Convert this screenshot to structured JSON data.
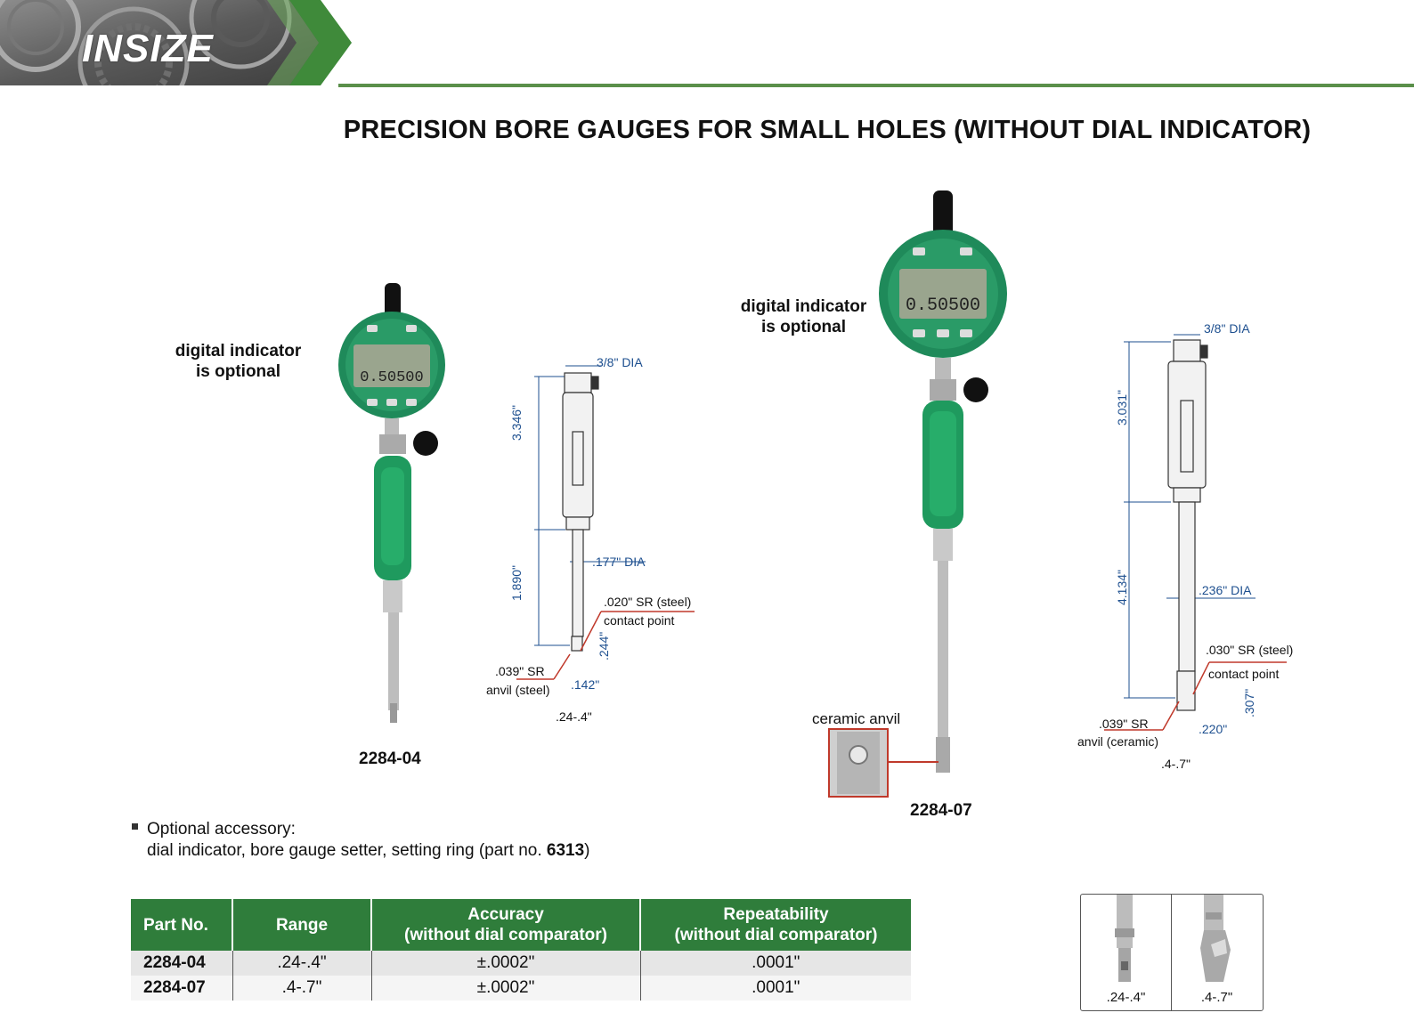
{
  "brand": {
    "logo_text": "INSIZE",
    "accent": "#2f7d3b",
    "line_color": "#5a8f4a"
  },
  "title": "PRECISION BORE GAUGES FOR SMALL HOLES (WITHOUT DIAL INDICATOR)",
  "left_product": {
    "note_line1": "digital indicator",
    "note_line2": "is optional",
    "model": "2284-04",
    "display": "0.50500",
    "drawing": {
      "top_dia": "3/8\" DIA",
      "upper_len": "3.346\"",
      "lower_len": "1.890\"",
      "rod_dia": ".177\" DIA",
      "contact_sr": ".020\" SR (steel)",
      "contact_label": "contact point",
      "anvil_sr": ".039\" SR",
      "anvil_label": "anvil (steel)",
      "tip_h": ".244\"",
      "tip_w": ".142\"",
      "range": ".24-.4\""
    }
  },
  "right_product": {
    "note_line1": "digital indicator",
    "note_line2": "is optional",
    "model": "2284-07",
    "display": "0.50500",
    "ceramic_label": "ceramic anvil",
    "drawing": {
      "top_dia": "3/8\" DIA",
      "upper_len": "3.031\"",
      "lower_len": "4.134\"",
      "rod_dia": ".236\" DIA",
      "contact_sr": ".030\" SR (steel)",
      "contact_label": "contact point",
      "anvil_sr": ".039\" SR",
      "anvil_label": "anvil (ceramic)",
      "tip_h": ".307\"",
      "tip_w": ".220\"",
      "range": ".4-.7\""
    }
  },
  "accessory": {
    "line1": "Optional accessory:",
    "line2_prefix": "dial indicator, bore gauge setter, setting ring (part no. ",
    "line2_part": "6313",
    "line2_suffix": ")"
  },
  "table": {
    "headers": {
      "part": "Part No.",
      "range": "Range",
      "accuracy_l1": "Accuracy",
      "accuracy_l2": "(without dial comparator)",
      "repeat_l1": "Repeatability",
      "repeat_l2": "(without dial comparator)"
    },
    "rows": [
      {
        "part": "2284-04",
        "range": ".24-.4\"",
        "accuracy": "±.0002\"",
        "repeatability": ".0001\""
      },
      {
        "part": "2284-07",
        "range": ".4-.7\"",
        "accuracy": "±.0002\"",
        "repeatability": ".0001\""
      }
    ]
  },
  "thumbs": {
    "left": ".24-.4\"",
    "right": ".4-.7\""
  }
}
